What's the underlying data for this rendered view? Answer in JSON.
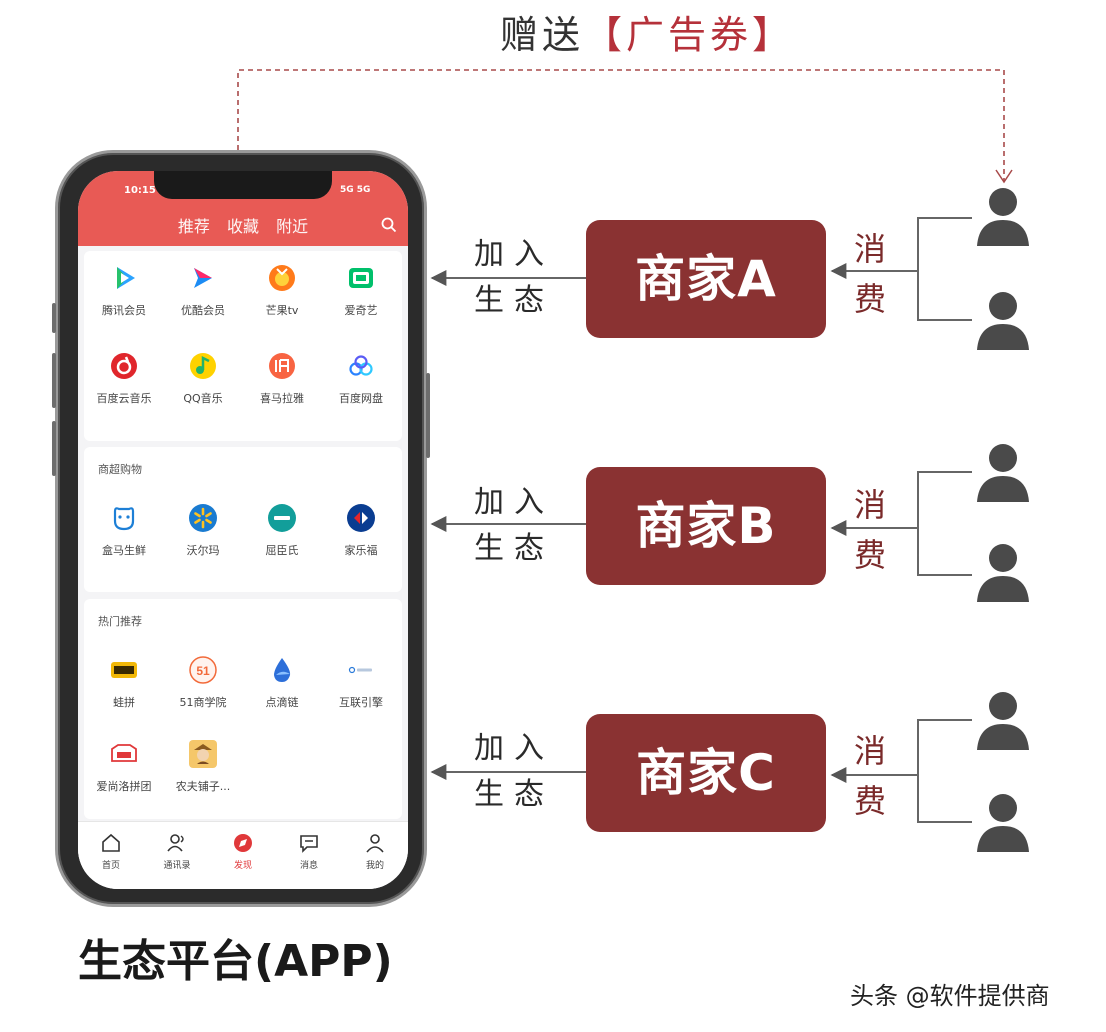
{
  "gift": {
    "verb": "赠送",
    "open": "【",
    "item": "广告券",
    "close": "】"
  },
  "phone": {
    "status_time": "10:15",
    "status_right": "5G  5G",
    "tabs": [
      "推荐",
      "收藏",
      "附近"
    ],
    "apps_row1": [
      "腾讯会员",
      "优酷会员",
      "芒果tv",
      "爱奇艺"
    ],
    "apps_row2": [
      "百度云音乐",
      "QQ音乐",
      "喜马拉雅",
      "百度网盘"
    ],
    "section_shop_title": "商超购物",
    "apps_shop": [
      "盒马生鲜",
      "沃尔玛",
      "屈臣氏",
      "家乐福"
    ],
    "section_hot_title": "热门推荐",
    "apps_hot1": [
      "蛙拼",
      "51商学院",
      "点滴链",
      "互联引擎"
    ],
    "apps_hot2": [
      "爱尚洛拼团",
      "农夫铺子..."
    ],
    "nav": [
      "首页",
      "通讯录",
      "发现",
      "消息",
      "我的"
    ]
  },
  "platform_label": "生态平台(APP)",
  "merchants": [
    {
      "name": "商家A",
      "join": [
        "加入",
        "生态"
      ],
      "consume": [
        "消",
        "费"
      ]
    },
    {
      "name": "商家B",
      "join": [
        "加入",
        "生态"
      ],
      "consume": [
        "消",
        "费"
      ]
    },
    {
      "name": "商家C",
      "join": [
        "加入",
        "生态"
      ],
      "consume": [
        "消",
        "费"
      ]
    }
  ],
  "watermark": "头条 @软件提供商",
  "colors": {
    "merchant_box": "#8a3232",
    "header_red": "#e85a55",
    "dashed_line": "#a84a4a",
    "person_icon": "#4a4a4a"
  }
}
